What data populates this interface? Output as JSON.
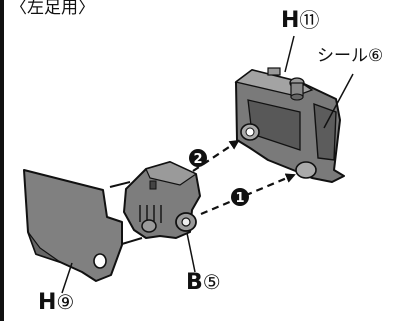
{
  "title": "〈左足用〉",
  "parts": {
    "h11": {
      "letter": "H",
      "number": "⑪"
    },
    "seal": {
      "text": "シール⑥"
    },
    "b5": {
      "letter": "B",
      "number": "⑤"
    },
    "h9": {
      "letter": "H",
      "number": "⑨"
    }
  },
  "steps": {
    "step1": "1",
    "step2": "2"
  },
  "colors": {
    "part_fill": "#7d7d7d",
    "part_dark": "#555555",
    "part_light": "#a7a7a7",
    "outline": "#111111",
    "arrow": "#111111"
  }
}
